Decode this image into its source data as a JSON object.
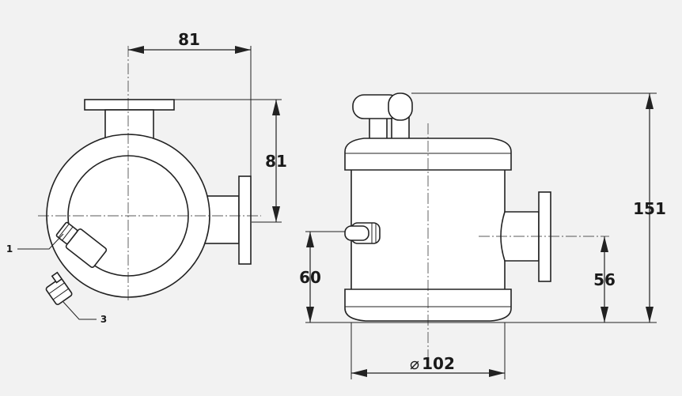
{
  "left_view": {
    "dim_width": "81",
    "dim_height": "81",
    "callouts": [
      "1",
      "3"
    ]
  },
  "right_view": {
    "dim_total_height": "151",
    "dim_left_port": "60",
    "dim_right_port": "56",
    "dim_diameter": "102",
    "diameter_symbol": "⌀"
  }
}
